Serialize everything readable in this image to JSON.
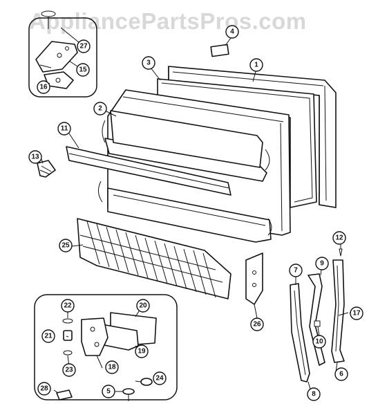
{
  "watermark": "AppliancePartsPros.com",
  "callouts": {
    "p1": "1",
    "p2": "2",
    "p3": "3",
    "p4": "4",
    "p5": "5",
    "p6": "6",
    "p7": "7",
    "p8": "8",
    "p9": "9",
    "p10": "10",
    "p11": "11",
    "p12": "12",
    "p13": "13",
    "p15": "15",
    "p16": "16",
    "p17": "17",
    "p18": "18",
    "p19": "19",
    "p20": "20",
    "p21": "21",
    "p22": "22",
    "p23": "23",
    "p24": "24",
    "p25": "25",
    "p26": "26",
    "p27": "27",
    "p28": "28"
  }
}
